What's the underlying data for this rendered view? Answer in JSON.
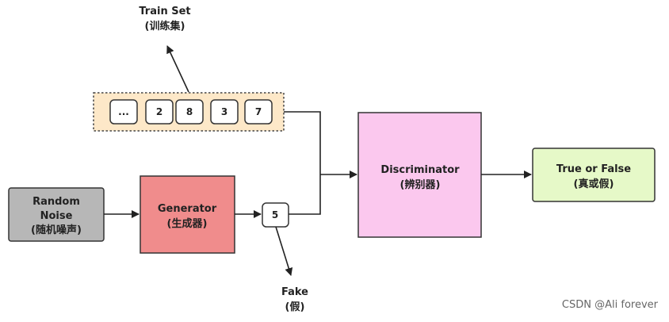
{
  "train_set": {
    "label_en": "Train Set",
    "label_zh": "(训练集)",
    "cells": [
      "...",
      "2",
      "8",
      "3",
      "7"
    ]
  },
  "random_noise": {
    "line1": "Random",
    "line2": "Noise",
    "line3": "(随机噪声)",
    "color": "#b7b7b7"
  },
  "generator": {
    "line1": "Generator",
    "line2": "(生成器)",
    "color": "#f08c8c"
  },
  "fake_sample": {
    "value": "5"
  },
  "fake_label": {
    "label_en": "Fake",
    "label_zh": "(假)"
  },
  "discriminator": {
    "line1": "Discriminator",
    "line2": "(辨别器)",
    "color": "#fbc8ee"
  },
  "output": {
    "line1": "True or False",
    "line2": "(真或假)",
    "color": "#e6f9c8"
  },
  "train_panel_color": "#fde8c8",
  "watermark": "CSDN @Ali forever"
}
